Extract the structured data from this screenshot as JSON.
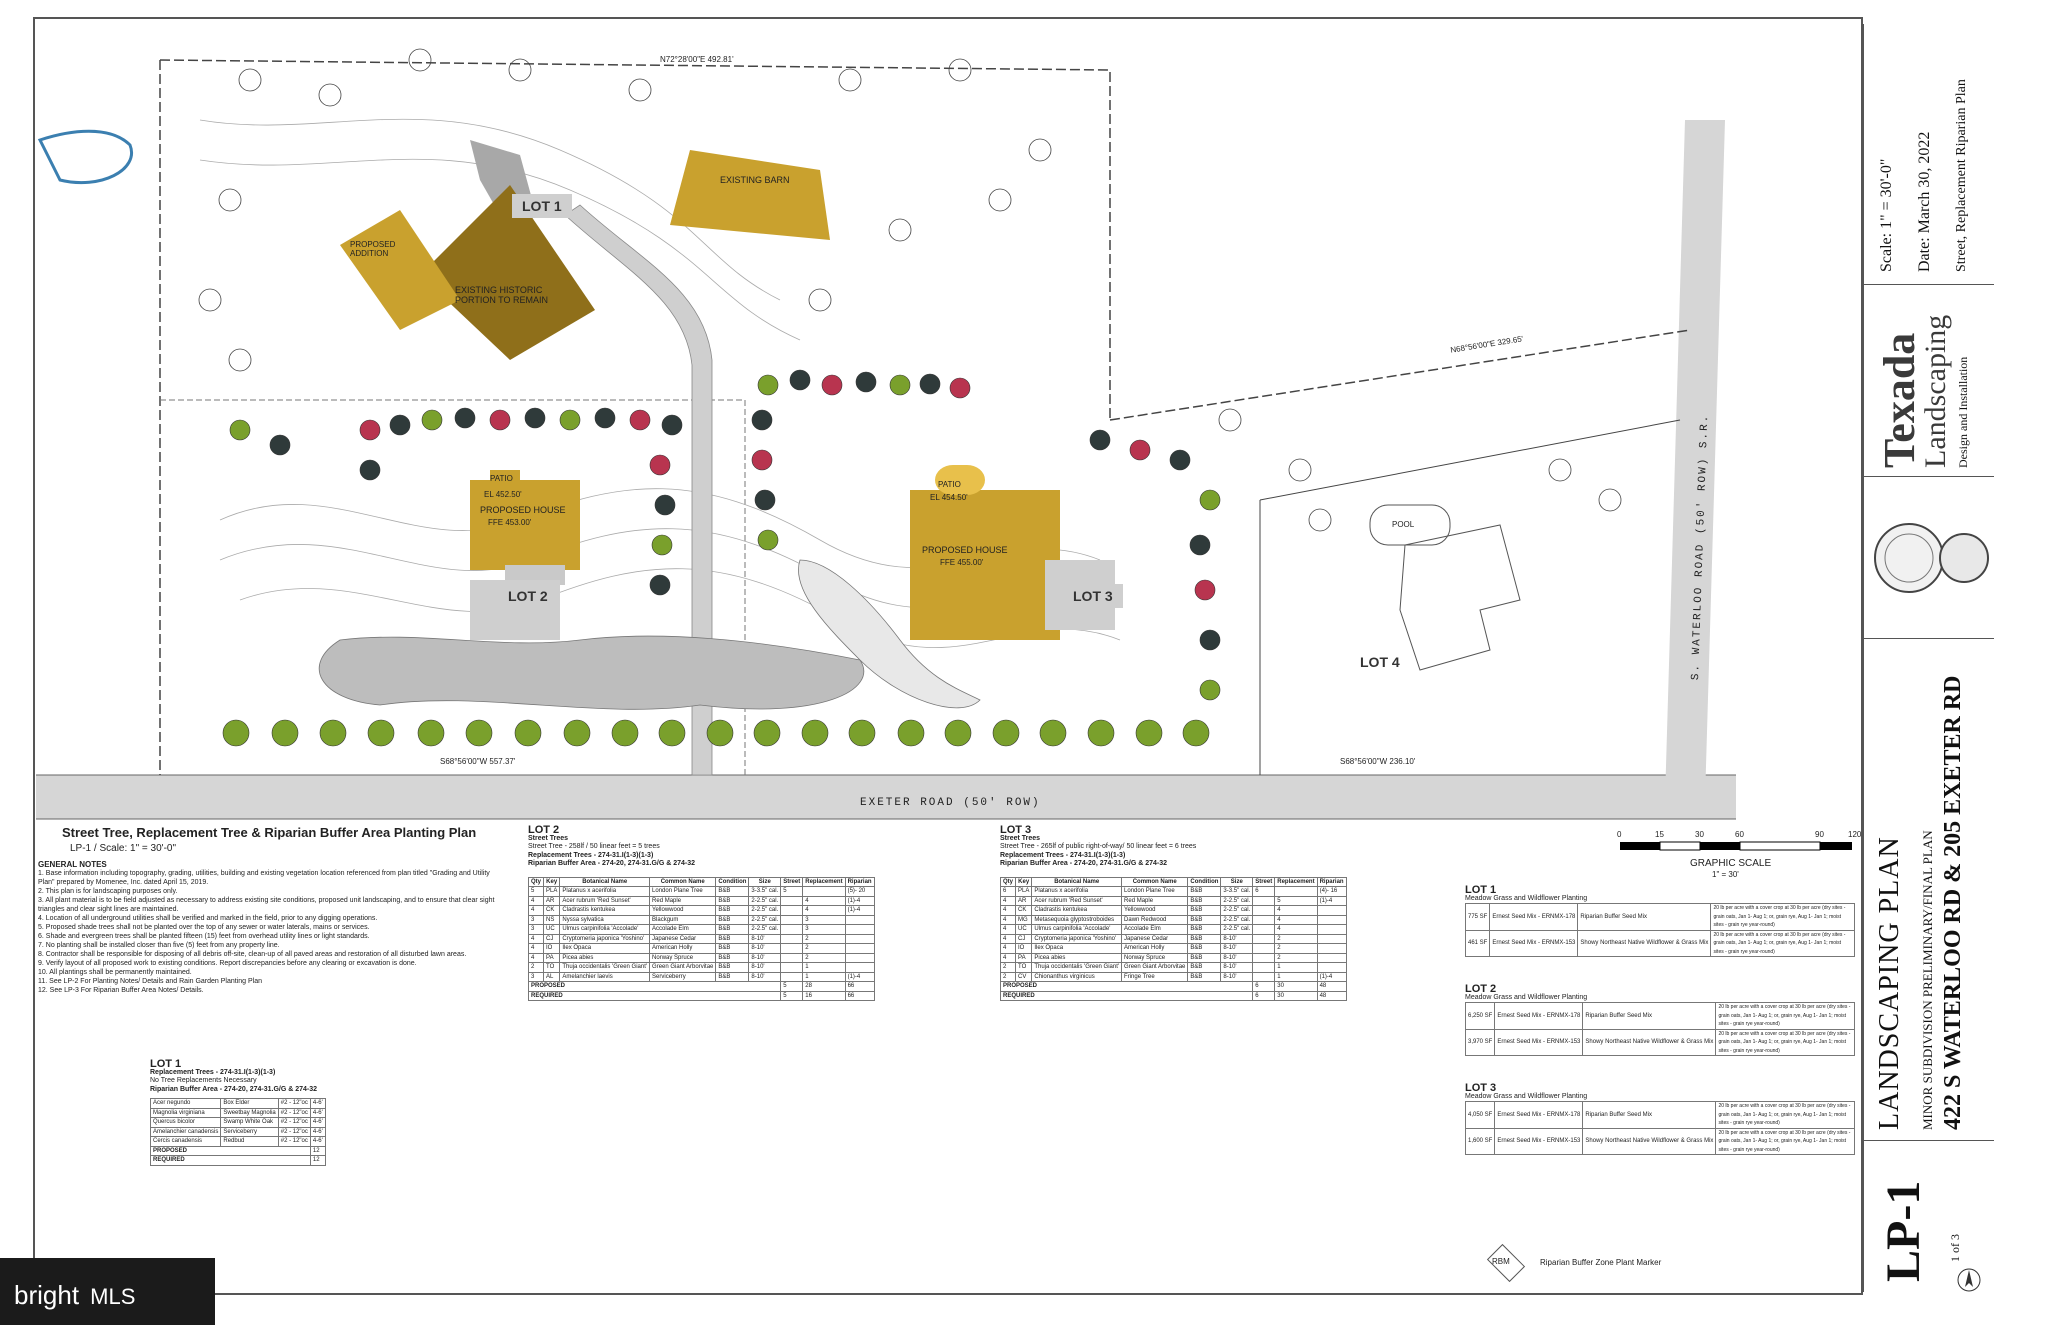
{
  "title_block": {
    "sheet_id": "LP-1",
    "sheet_num": "1 of 3",
    "scale": "Scale:  1\" = 30'-0\"",
    "date": "Date:   March 30, 2022",
    "revision": "Street, Replacement Riparian Plan",
    "plan_title": "LANDSCAPING PLAN",
    "subtitle": "MINOR SUBDIVISION PRELIMINARY/FINAL PLAN",
    "address": "422 S WATERLOO RD & 205 EXETER RD",
    "company": "Texada",
    "company2": "Landscaping",
    "tagline": "Design and Installation"
  },
  "site": {
    "lots": [
      "LOT 1",
      "LOT 2",
      "LOT 3",
      "LOT 4"
    ],
    "road_bottom": "EXETER ROAD (50' ROW)",
    "road_right": "S. WATERLOO ROAD (50' ROW) S.R.",
    "patio2": "PATIO",
    "patio2_el": "EL 452.50'",
    "house2": "PROPOSED HOUSE",
    "house2_ffe": "FFE 453.00'",
    "patio3": "PATIO",
    "patio3_el": "EL 454.50'",
    "house3": "PROPOSED HOUSE",
    "house3_ffe": "FFE 455.00'",
    "existing_barn": "EXISTING BARN",
    "historic": "EXISTING HISTORIC PORTION TO REMAIN",
    "addition": "PROPOSED ADDITION",
    "pool": "POOL",
    "bearing_top": "N72°28'00\"E 492.81'",
    "bearing_bottom_left": "S68°56'00\"W 557.37'",
    "bearing_bottom_right": "S68°56'00\"W 236.10'",
    "bearing_right": "N68°56'00\"E 329.65'",
    "graphic_scale": "GRAPHIC SCALE",
    "graphic_scale_sub": "1\" = 30'",
    "scale_ticks": [
      "0",
      "15",
      "30",
      "60",
      "90",
      "120"
    ]
  },
  "legend": {
    "title": "Street Tree, Replacement Tree & Riparian Buffer Area Planting Plan",
    "id": "LP-1",
    "scale": "Scale: 1\" = 30'-0\"",
    "notes_title": "GENERAL NOTES",
    "notes": [
      "1.  Base information including topography, grading, utilities, building and existing vegetation location referenced from plan titled \"Grading and Utility Plan\" prepared by Momenee, Inc. dated April 15, 2019.",
      "2.  This plan is for landscaping purposes only.",
      "3.  All plant material is to be field adjusted as necessary to address existing site conditions, proposed unit landscaping, and to ensure that clear sight triangles and clear sight lines are maintained.",
      "4.  Location of all underground utilities shall be verified and marked in the field, prior to any digging operations.",
      "5.  Proposed shade trees shall not be planted over the top of any sewer or water laterals, mains or services.",
      "6.  Shade and evergreen trees shall be planted fifteen (15) feet from overhead utility lines or light standards.",
      "7.  No planting shall be installed closer than five (5) feet from any property line.",
      "8.  Contractor shall be responsible for disposing of all debris off-site, clean-up of all paved areas and restoration of all disturbed lawn areas.",
      "9.  Verify layout of all proposed work to existing conditions. Report discrepancies before any clearing or excavation is done.",
      "10. All plantings shall be permanently maintained.",
      "11. See LP-2 For Planting Notes/ Details and Rain Garden Planting Plan",
      "12. See LP-3 For Riparian Buffer Area Notes/ Details."
    ],
    "riparian_marker": "Riparian Buffer Zone Plant Marker",
    "rbm": "RBM"
  },
  "lot1": {
    "title": "LOT 1",
    "replacement": "Replacement Trees - 274-31.I(1-3)(1-3)",
    "replacement_note": "No Tree Replacements Necessary",
    "riparian": "Riparian Buffer Area - 274-20, 274-31.G/G & 274-32",
    "canopy": [
      [
        "Acer negundo",
        "Box Elder",
        "#2 - 12\"oc",
        "4-6'"
      ],
      [
        "Magnolia virginiana",
        "Sweetbay Magnolia",
        "#2 - 12\"oc",
        "4-6'"
      ],
      [
        "Quercus bicolor",
        "Swamp White Oak",
        "#2 - 12\"oc",
        "4-6'"
      ]
    ],
    "understory": [
      [
        "Amelanchier canadensis",
        "Serviceberry",
        "#2 - 12\"oc",
        "4-6'"
      ],
      [
        "Cercis canadensis",
        "Redbud",
        "#2 - 12\"oc",
        "4-6'"
      ]
    ],
    "proposed": "PROPOSED",
    "required": "REQUIRED",
    "proposed_val": "12",
    "required_val": "12"
  },
  "lot2": {
    "title": "LOT 2",
    "street": "Street Trees",
    "street_note": "Street Tree - 258lf / 50 linear feet = 5 trees",
    "replacement": "Replacement Trees - 274-31.I(1-3)(1-3)",
    "riparian": "Riparian Buffer Area - 274-20, 274-31.G/G & 274-32",
    "headers": [
      "Qty",
      "Key",
      "Botanical Name",
      "Common Name",
      "Condition",
      "Size",
      "Street",
      "Replacement",
      "Riparian"
    ],
    "rows": [
      [
        "5",
        "PLA",
        "Platanus x acerifolia",
        "London Plane Tree",
        "B&B",
        "3-3.5\" cal.",
        "5",
        "",
        "(5)- 20"
      ],
      [
        "4",
        "AR",
        "Acer rubrum 'Red Sunset'",
        "Red Maple",
        "B&B",
        "2-2.5\" cal.",
        "",
        "4",
        "(1)-4"
      ],
      [
        "4",
        "CK",
        "Cladrastis kentukea",
        "Yellowwood",
        "B&B",
        "2-2.5\" cal.",
        "",
        "4",
        "(1)-4"
      ],
      [
        "3",
        "NS",
        "Nyssa sylvatica",
        "Blackgum",
        "B&B",
        "2-2.5\" cal.",
        "",
        "3",
        ""
      ],
      [
        "3",
        "UC",
        "Ulmus carpinifolia 'Accolade'",
        "Accolade Elm",
        "B&B",
        "2-2.5\" cal.",
        "",
        "3",
        ""
      ],
      [
        "4",
        "CJ",
        "Cryptomeria japonica 'Yoshino'",
        "Japanese Cedar",
        "B&B",
        "8-10'",
        "",
        "2",
        ""
      ],
      [
        "4",
        "IO",
        "Ilex Opaca",
        "American Holly",
        "B&B",
        "8-10'",
        "",
        "2",
        ""
      ],
      [
        "4",
        "PA",
        "Picea abies",
        "Norway Spruce",
        "B&B",
        "8-10'",
        "",
        "2",
        ""
      ],
      [
        "2",
        "TO",
        "Thuja occidentalis 'Green Giant'",
        "Green Giant Arborvitae",
        "B&B",
        "8-10'",
        "",
        "1",
        ""
      ],
      [
        "3",
        "AL",
        "Amelanchier laevis",
        "Serviceberry",
        "B&B",
        "8-10'",
        "",
        "1",
        "(1)-4"
      ]
    ],
    "proposed": "PROPOSED",
    "required": "REQUIRED",
    "totals_prop": [
      "5",
      "28",
      "66"
    ],
    "totals_req": [
      "5",
      "16",
      "66"
    ]
  },
  "lot3": {
    "title": "LOT 3",
    "street": "Street Trees",
    "street_note": "Street Tree - 265lf of public right-of-way/ 50 linear feet = 6 trees",
    "replacement": "Replacement Trees - 274-31.I(1-3)(1-3)",
    "riparian": "Riparian Buffer Area - 274-20, 274-31.G/G & 274-32",
    "rows": [
      [
        "6",
        "PLA",
        "Platanus x acerifolia",
        "London Plane Tree",
        "B&B",
        "3-3.5\" cal.",
        "6",
        "",
        "(4)- 16"
      ],
      [
        "4",
        "AR",
        "Acer rubrum 'Red Sunset'",
        "Red Maple",
        "B&B",
        "2-2.5\" cal.",
        "",
        "5",
        "(1)-4"
      ],
      [
        "4",
        "CK",
        "Cladrastis kentukea",
        "Yellowwood",
        "B&B",
        "2-2.5\" cal.",
        "",
        "4",
        ""
      ],
      [
        "4",
        "MG",
        "Metasequoia glyptostroboides",
        "Dawn Redwood",
        "B&B",
        "2-2.5\" cal.",
        "",
        "4",
        ""
      ],
      [
        "4",
        "UC",
        "Ulmus carpinifolia 'Accolade'",
        "Accolade Elm",
        "B&B",
        "2-2.5\" cal.",
        "",
        "4",
        ""
      ],
      [
        "4",
        "CJ",
        "Cryptomeria japonica 'Yoshino'",
        "Japanese Cedar",
        "B&B",
        "8-10'",
        "",
        "2",
        ""
      ],
      [
        "4",
        "IO",
        "Ilex Opaca",
        "American Holly",
        "B&B",
        "8-10'",
        "",
        "2",
        ""
      ],
      [
        "4",
        "PA",
        "Picea abies",
        "Norway Spruce",
        "B&B",
        "8-10'",
        "",
        "2",
        ""
      ],
      [
        "2",
        "TO",
        "Thuja occidentalis 'Green Giant'",
        "Green Giant Arborvitae",
        "B&B",
        "8-10'",
        "",
        "1",
        ""
      ],
      [
        "2",
        "CV",
        "Chionanthus virginicus",
        "Fringe Tree",
        "B&B",
        "8-10'",
        "",
        "1",
        "(1)-4"
      ]
    ],
    "proposed": "PROPOSED",
    "required": "REQUIRED",
    "totals_prop": [
      "6",
      "30",
      "48"
    ],
    "totals_req": [
      "6",
      "30",
      "48"
    ]
  },
  "seed": {
    "title": "Meadow Grass and Wildflower Planting",
    "lots": [
      {
        "lot": "LOT 1",
        "rows": [
          [
            "775 SF",
            "Ernest Seed Mix - ERNMX-178",
            "Riparian Buffer Seed Mix"
          ],
          [
            "461 SF",
            "Ernest Seed Mix - ERNMX-153",
            "Showy Northeast Native Wildflower & Grass Mix"
          ]
        ]
      },
      {
        "lot": "LOT 2",
        "rows": [
          [
            "6,250 SF",
            "Ernest Seed Mix - ERNMX-178",
            "Riparian Buffer Seed Mix"
          ],
          [
            "3,970 SF",
            "Ernest Seed Mix - ERNMX-153",
            "Showy Northeast Native Wildflower & Grass Mix"
          ]
        ]
      },
      {
        "lot": "LOT 3",
        "rows": [
          [
            "4,050 SF",
            "Ernest Seed Mix - ERNMX-178",
            "Riparian Buffer Seed Mix"
          ],
          [
            "1,600 SF",
            "Ernest Seed Mix - ERNMX-153",
            "Showy Northeast Native Wildflower & Grass Mix"
          ]
        ]
      }
    ],
    "rate_note": "20 lb per acre with a cover crop at 30 lb per acre (dry sites - grain oats, Jan 1- Aug 1; or, grain rye, Aug 1- Jan 1; moist sites - grain rye year-round)"
  },
  "watermark": {
    "brand": "bright",
    "mls": "MLS"
  },
  "colors": {
    "building": "#c9a12e",
    "building_dark": "#8f6f1a",
    "pavement": "#c9c9c9",
    "buffer": "#bdbdbd",
    "tree_green": "#7aa02c",
    "tree_red": "#b8344f",
    "tree_dark": "#2f3a3a"
  }
}
